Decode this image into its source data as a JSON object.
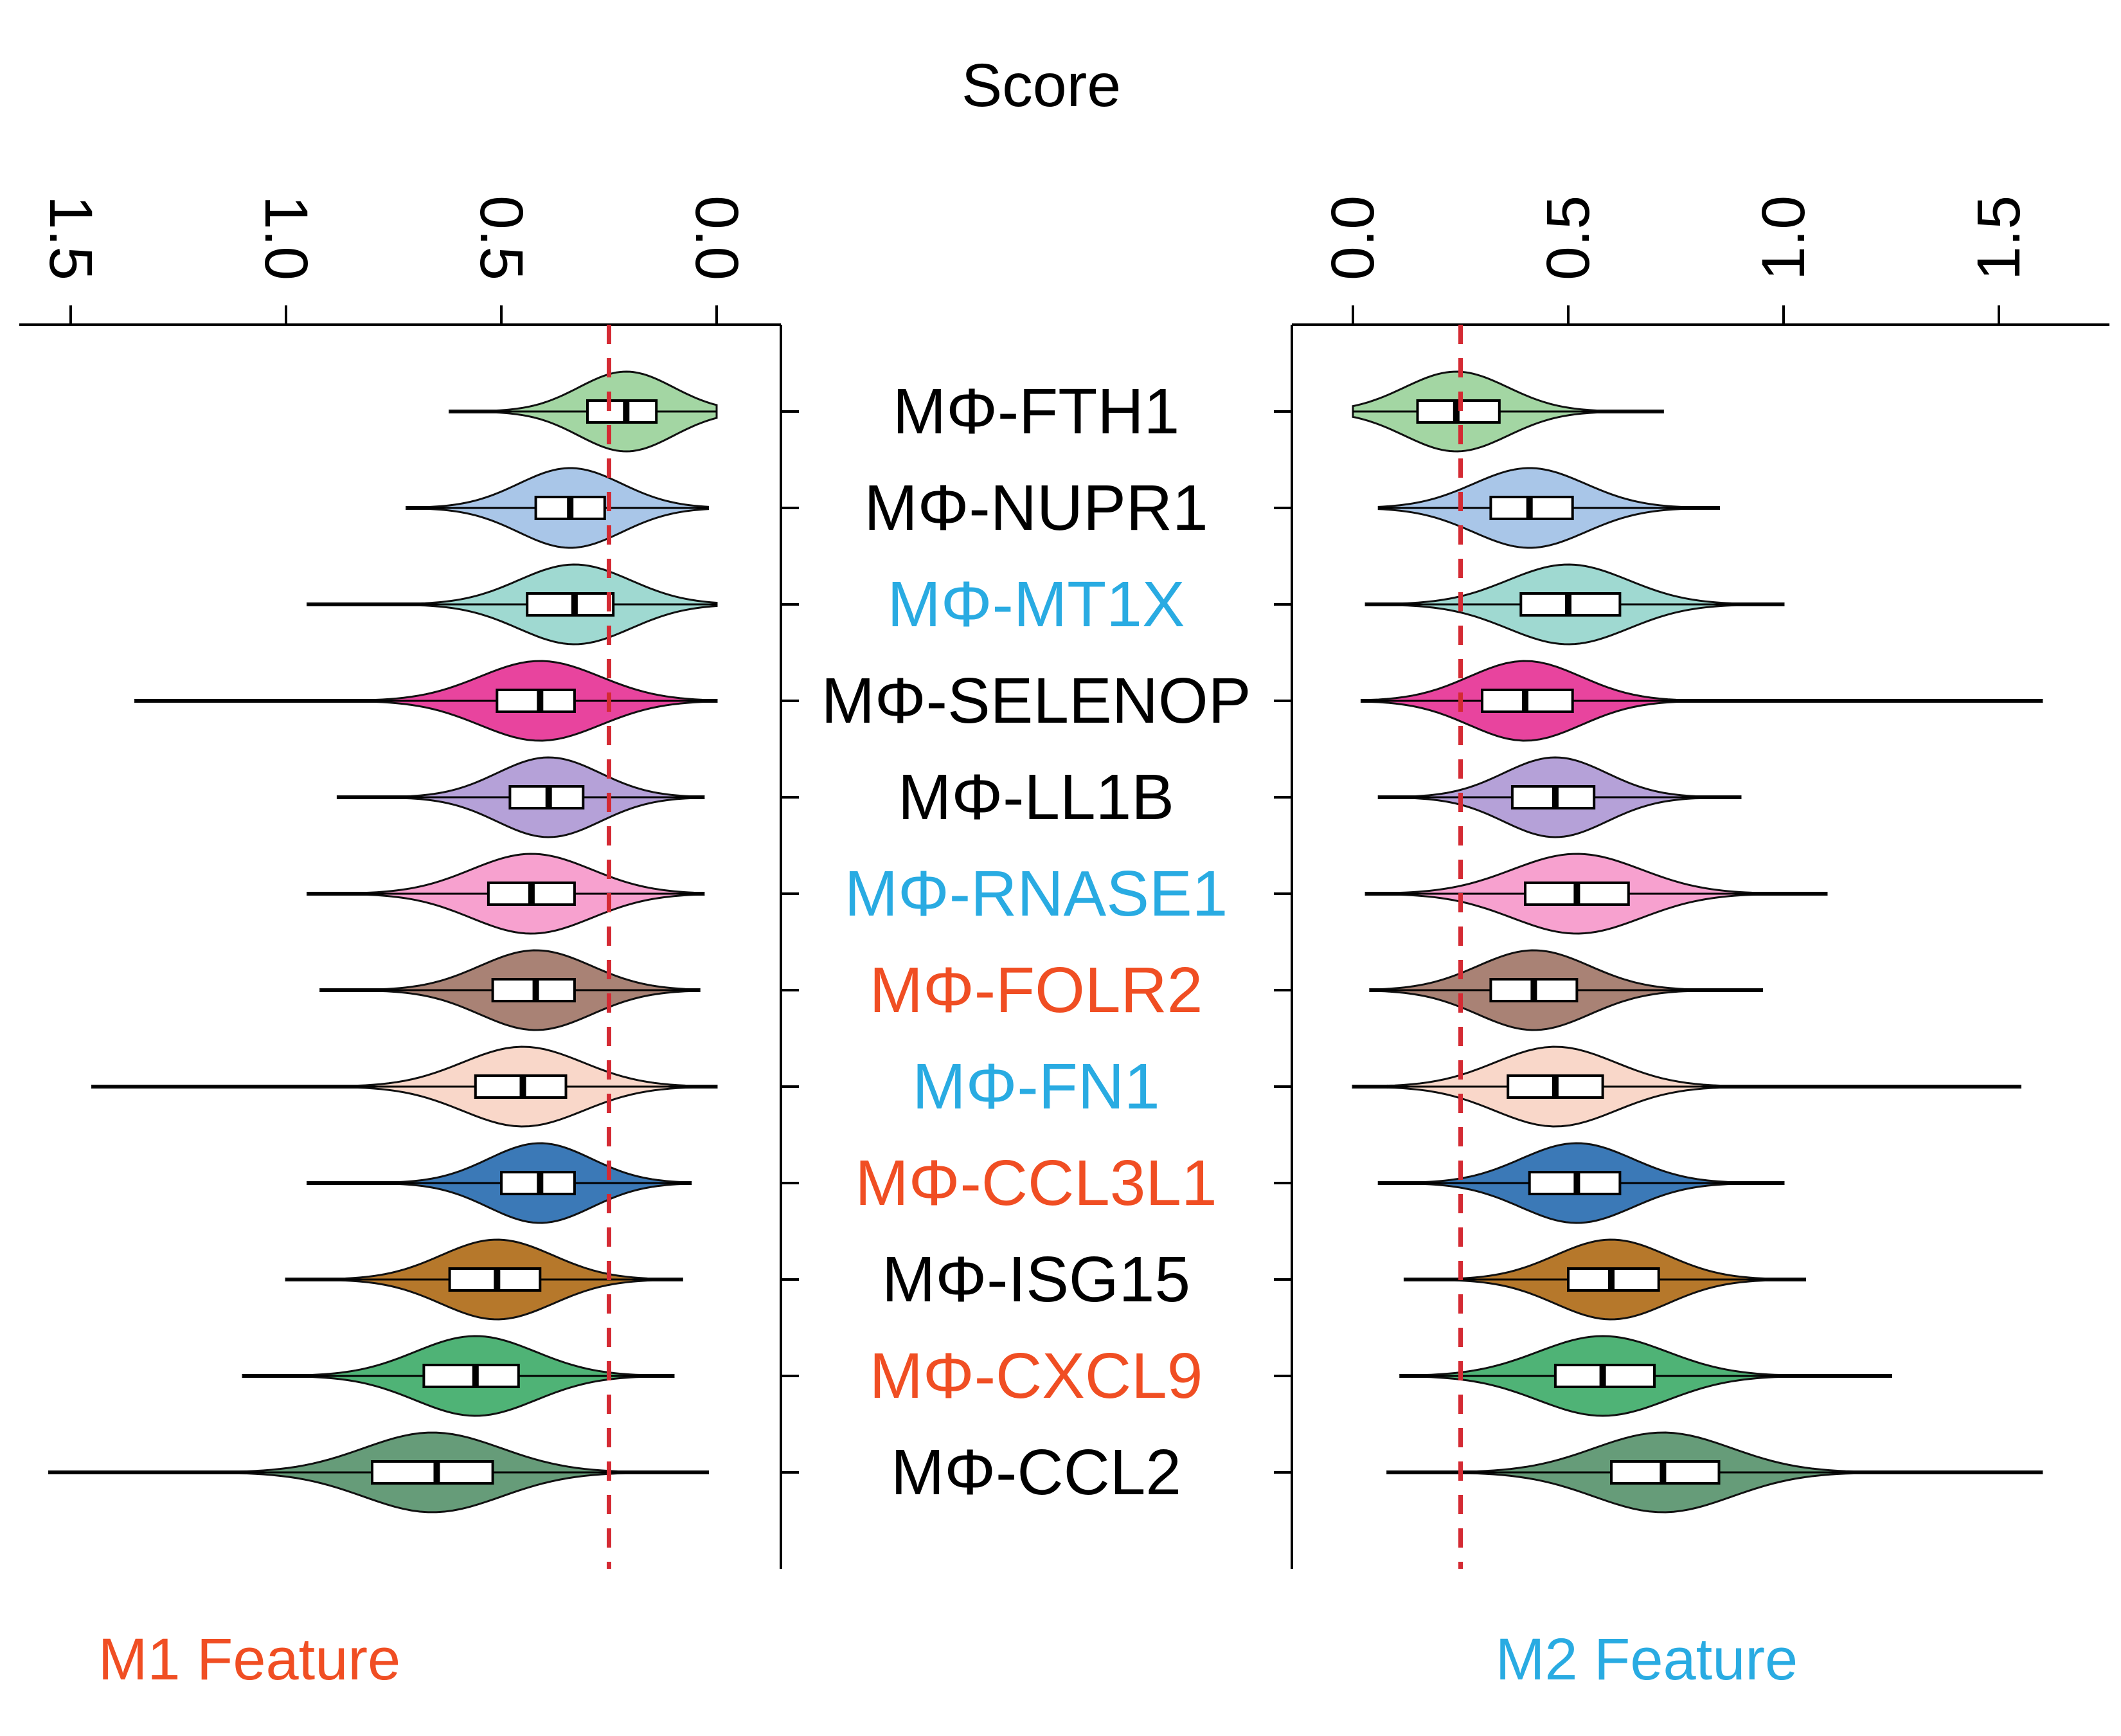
{
  "title": "Score",
  "panels": {
    "left": {
      "feature_label": "M1 Feature",
      "color": "#F04E23",
      "axis_direction": "reversed",
      "ticks": [
        "1.5",
        "1.0",
        "0.5",
        "0.0"
      ]
    },
    "right": {
      "feature_label": "M2 Feature",
      "color": "#29ABE2",
      "axis_direction": "normal",
      "ticks": [
        "0.0",
        "0.5",
        "1.0",
        "1.5"
      ]
    }
  },
  "reference_line": {
    "score": 0.25,
    "color": "#D42A33",
    "style": "dashed"
  },
  "chart_data": {
    "type": "violin",
    "title": "Score",
    "score_axis": {
      "min": 0.0,
      "max": 1.5,
      "tick_values": [
        0.0,
        0.5,
        1.0,
        1.5
      ]
    },
    "categories": [
      "MΦ-FTH1",
      "MΦ-NUPR1",
      "MΦ-MT1X",
      "MΦ-SELENOP",
      "MΦ-LL1B",
      "MΦ-RNASE1",
      "MΦ-FOLR2",
      "MΦ-FN1",
      "MΦ-CCL3L1",
      "MΦ-ISG15",
      "MΦ-CXCL9",
      "MΦ-CCL2"
    ],
    "category_label_colors": [
      "#000000",
      "#000000",
      "#29ABE2",
      "#000000",
      "#000000",
      "#29ABE2",
      "#F04E23",
      "#29ABE2",
      "#F04E23",
      "#000000",
      "#F04E23",
      "#000000"
    ],
    "violin_colors": [
      "#A3D6A3",
      "#A9C6E8",
      "#9FD9D1",
      "#E8449E",
      "#B5A1D8",
      "#F7A1CF",
      "#A98275",
      "#F9D7C9",
      "#3B79B7",
      "#B6782B",
      "#4FB376",
      "#669C79"
    ],
    "series": [
      {
        "name": "M1 Feature",
        "panel": "left",
        "stats": [
          {
            "min": 0.0,
            "q1": 0.14,
            "median": 0.21,
            "q3": 0.3,
            "max": 0.62,
            "peak": 0.21,
            "spread": 0.11
          },
          {
            "min": 0.02,
            "q1": 0.26,
            "median": 0.34,
            "q3": 0.42,
            "max": 0.72,
            "peak": 0.34,
            "spread": 0.12
          },
          {
            "min": 0.0,
            "q1": 0.24,
            "median": 0.33,
            "q3": 0.44,
            "max": 0.95,
            "peak": 0.33,
            "spread": 0.13
          },
          {
            "min": 0.0,
            "q1": 0.33,
            "median": 0.41,
            "q3": 0.51,
            "max": 1.35,
            "peak": 0.41,
            "spread": 0.14
          },
          {
            "min": 0.03,
            "q1": 0.31,
            "median": 0.39,
            "q3": 0.48,
            "max": 0.88,
            "peak": 0.39,
            "spread": 0.12
          },
          {
            "min": 0.03,
            "q1": 0.33,
            "median": 0.43,
            "q3": 0.53,
            "max": 0.95,
            "peak": 0.43,
            "spread": 0.14
          },
          {
            "min": 0.04,
            "q1": 0.33,
            "median": 0.42,
            "q3": 0.52,
            "max": 0.92,
            "peak": 0.42,
            "spread": 0.13
          },
          {
            "min": 0.0,
            "q1": 0.35,
            "median": 0.45,
            "q3": 0.56,
            "max": 1.45,
            "peak": 0.45,
            "spread": 0.14
          },
          {
            "min": 0.06,
            "q1": 0.33,
            "median": 0.41,
            "q3": 0.5,
            "max": 0.95,
            "peak": 0.41,
            "spread": 0.12
          },
          {
            "min": 0.08,
            "q1": 0.41,
            "median": 0.51,
            "q3": 0.62,
            "max": 1.0,
            "peak": 0.51,
            "spread": 0.13
          },
          {
            "min": 0.1,
            "q1": 0.46,
            "median": 0.56,
            "q3": 0.68,
            "max": 1.1,
            "peak": 0.56,
            "spread": 0.14
          },
          {
            "min": 0.02,
            "q1": 0.52,
            "median": 0.65,
            "q3": 0.8,
            "max": 1.55,
            "peak": 0.66,
            "spread": 0.16
          }
        ]
      },
      {
        "name": "M2 Feature",
        "panel": "right",
        "stats": [
          {
            "min": 0.0,
            "q1": 0.15,
            "median": 0.24,
            "q3": 0.34,
            "max": 0.72,
            "peak": 0.24,
            "spread": 0.12
          },
          {
            "min": 0.06,
            "q1": 0.32,
            "median": 0.41,
            "q3": 0.51,
            "max": 0.85,
            "peak": 0.41,
            "spread": 0.13
          },
          {
            "min": 0.03,
            "q1": 0.39,
            "median": 0.5,
            "q3": 0.62,
            "max": 1.0,
            "peak": 0.5,
            "spread": 0.14
          },
          {
            "min": 0.02,
            "q1": 0.3,
            "median": 0.4,
            "q3": 0.51,
            "max": 1.6,
            "peak": 0.4,
            "spread": 0.13
          },
          {
            "min": 0.06,
            "q1": 0.37,
            "median": 0.47,
            "q3": 0.56,
            "max": 0.9,
            "peak": 0.47,
            "spread": 0.12
          },
          {
            "min": 0.03,
            "q1": 0.4,
            "median": 0.52,
            "q3": 0.64,
            "max": 1.1,
            "peak": 0.52,
            "spread": 0.15
          },
          {
            "min": 0.04,
            "q1": 0.32,
            "median": 0.42,
            "q3": 0.52,
            "max": 0.95,
            "peak": 0.42,
            "spread": 0.13
          },
          {
            "min": 0.0,
            "q1": 0.36,
            "median": 0.47,
            "q3": 0.58,
            "max": 1.55,
            "peak": 0.47,
            "spread": 0.14
          },
          {
            "min": 0.06,
            "q1": 0.41,
            "median": 0.52,
            "q3": 0.62,
            "max": 1.0,
            "peak": 0.52,
            "spread": 0.13
          },
          {
            "min": 0.12,
            "q1": 0.5,
            "median": 0.6,
            "q3": 0.71,
            "max": 1.05,
            "peak": 0.6,
            "spread": 0.13
          },
          {
            "min": 0.11,
            "q1": 0.47,
            "median": 0.58,
            "q3": 0.7,
            "max": 1.25,
            "peak": 0.58,
            "spread": 0.15
          },
          {
            "min": 0.08,
            "q1": 0.6,
            "median": 0.72,
            "q3": 0.85,
            "max": 1.6,
            "peak": 0.72,
            "spread": 0.16
          }
        ]
      }
    ],
    "annotations": {
      "reference_line_score": 0.25
    },
    "legend_position": "none",
    "grid": false
  }
}
